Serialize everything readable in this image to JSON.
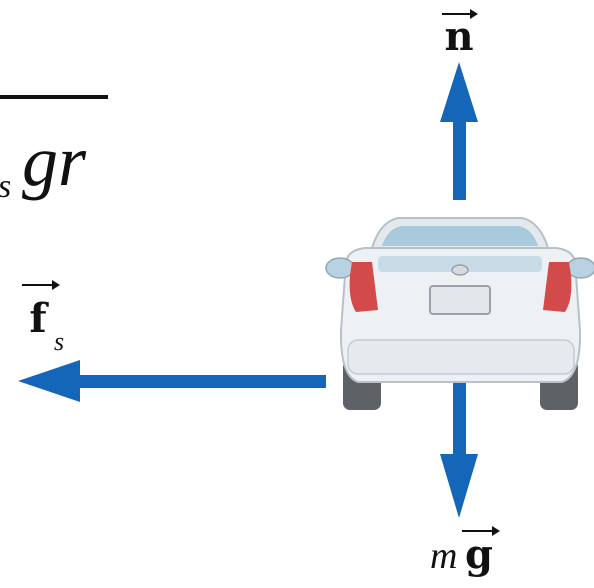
{
  "formula": {
    "fragment_sub": "s",
    "fragment_main": "gr"
  },
  "labels": {
    "normal_force": "n",
    "friction_force": "f",
    "friction_sub": "s",
    "weight_prefix": "m",
    "weight_vector": "g"
  },
  "colors": {
    "arrow": "#1466b8",
    "car_body": "#eef1f4",
    "car_shadow": "#c3cbd3",
    "tire": "#5e6266",
    "tail_light": "#d24a4a",
    "text": "#111111"
  },
  "icons": {
    "vehicle": "car-rear-view-icon"
  }
}
